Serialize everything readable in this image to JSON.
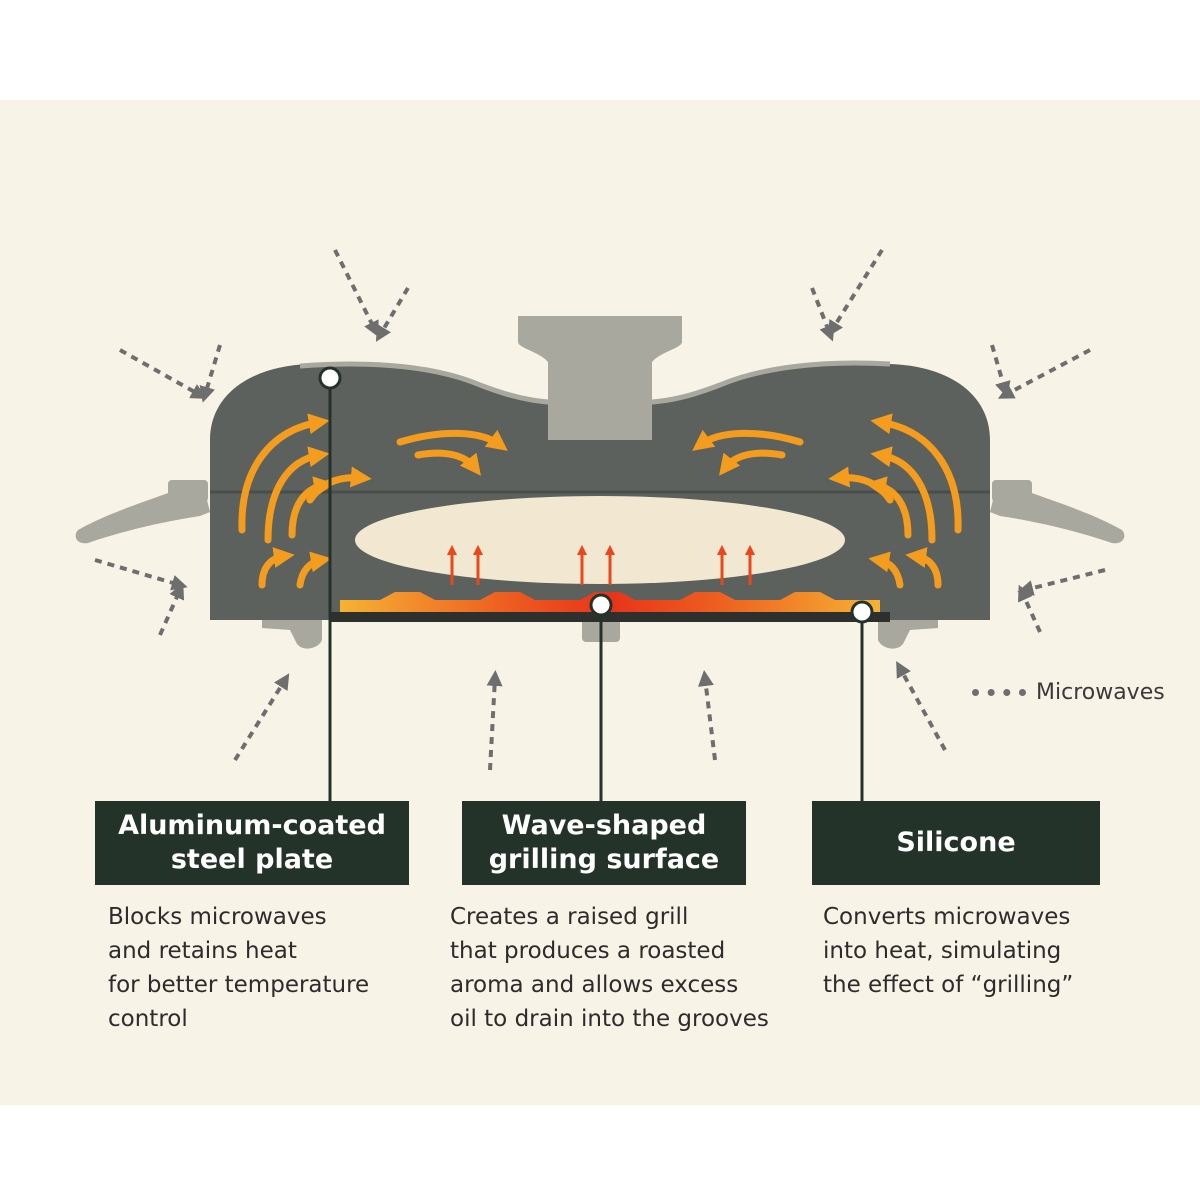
{
  "legend": {
    "label": "Microwaves"
  },
  "components": [
    {
      "title": "Aluminum-coated\nsteel plate",
      "description": "Blocks microwaves\nand retains heat\nfor better temperature\ncontrol"
    },
    {
      "title": "Wave-shaped\ngrilling surface",
      "description": "Creates a raised grill\nthat produces a roasted\naroma and allows excess\noil to drain into the grooves"
    },
    {
      "title": "Silicone",
      "description": "Converts microwaves\ninto heat, simulating\nthe effect of “grilling”"
    }
  ],
  "colors": {
    "background": "#f7f3e6",
    "label_box": "#233329",
    "pan_body": "#5d615d",
    "lid_handle": "#a9a89f",
    "heat_arrow": "#f39c1e",
    "heating_element": "#e8481c",
    "food": "#f2e7d1",
    "microwave_arrow": "#6e6e6e"
  }
}
